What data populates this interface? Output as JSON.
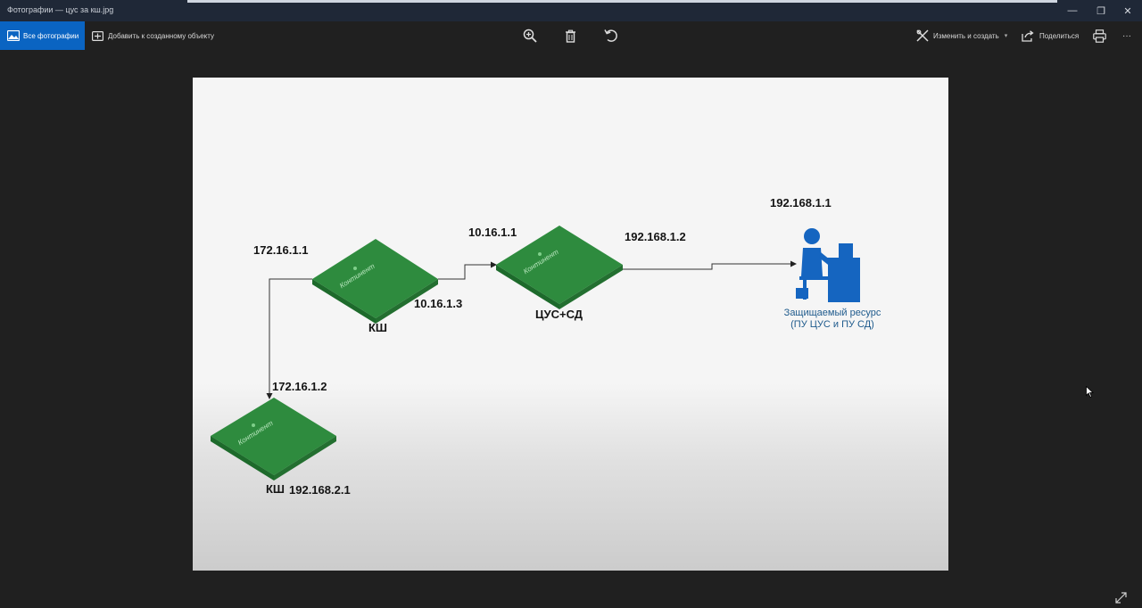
{
  "window": {
    "title": "Фотографии — цус за кш.jpg",
    "minimize": "—",
    "restore": "❐",
    "close": "✕"
  },
  "toolbar": {
    "all_photos": "Все фотографии",
    "add_to_album": "Добавить к созданному объекту",
    "edit_create": "Изменить и создать",
    "share": "Поделиться",
    "more": "···",
    "icons": [
      "zoom-in-icon",
      "delete-icon",
      "rotate-icon",
      "edit-icon",
      "share-icon",
      "print-icon"
    ]
  },
  "diagram": {
    "gateway_top": {
      "label": "КШ",
      "ip_left": "172.16.1.1",
      "ip_right": "10.16.1.3",
      "brand": "Континент"
    },
    "gateway_bottom": {
      "label": "КШ",
      "ip_top": "172.16.1.2",
      "ip_bottom": "192.168.2.1",
      "brand": "Континент"
    },
    "central": {
      "label": "ЦУС+СД",
      "ip_left": "10.16.1.1",
      "ip_right": "192.168.1.2",
      "brand": "Континент"
    },
    "resource": {
      "ip": "192.168.1.1",
      "caption_line1": "Защищаемый ресурс",
      "caption_line2": "(ПУ ЦУС и ПУ СД)"
    },
    "colors": {
      "device_green": "#2e8b3e",
      "device_edge": "#1d6a2b",
      "user_blue": "#1565c0"
    }
  }
}
